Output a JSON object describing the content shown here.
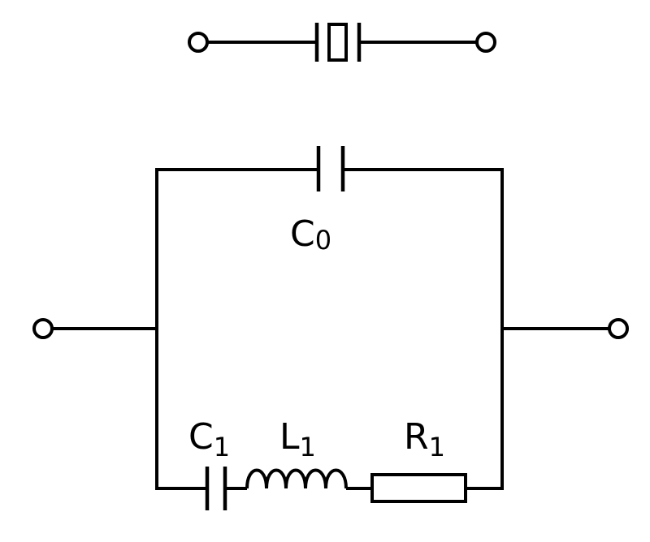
{
  "symbol": {
    "name": "quartz-crystal-symbol"
  },
  "equivalent_circuit": {
    "components": {
      "C0": {
        "letter": "C",
        "subscript": "0"
      },
      "C1": {
        "letter": "C",
        "subscript": "1"
      },
      "L1": {
        "letter": "L",
        "subscript": "1"
      },
      "R1": {
        "letter": "R",
        "subscript": "1"
      }
    }
  },
  "colors": {
    "line": "#000000",
    "background": "#ffffff"
  }
}
